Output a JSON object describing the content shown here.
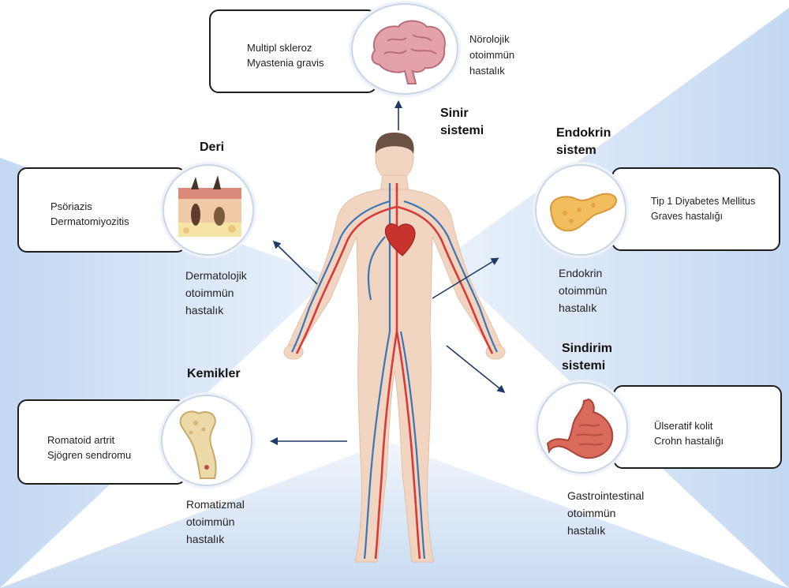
{
  "systems": {
    "nervous": {
      "title": [
        "Sinir",
        "sistemi"
      ],
      "category": [
        "Nörolojik",
        "otoimmün",
        "hastalık"
      ],
      "diseases": [
        "Multipl skleroz",
        "Myastenia gravis"
      ],
      "icon": "brain-icon"
    },
    "skin": {
      "title": [
        "Deri"
      ],
      "category": [
        "Dermatolojik",
        "otoimmün",
        "hastalık"
      ],
      "diseases": [
        "Psöriazis",
        "Dermatomiyozitis"
      ],
      "icon": "skin-layers-icon"
    },
    "endocrine": {
      "title": [
        "Endokrin",
        "sistem"
      ],
      "category": [
        "Endokrin",
        "otoimmün",
        "hastalık"
      ],
      "diseases": [
        "Tip 1 Diyabetes Mellitus",
        "Graves hastalığı"
      ],
      "icon": "pancreas-icon"
    },
    "bones": {
      "title": [
        "Kemikler"
      ],
      "category": [
        "Romatizmal",
        "otoimmün",
        "hastalık"
      ],
      "diseases": [
        "Romatoid artrit",
        "Sjögren sendromu"
      ],
      "icon": "bone-icon"
    },
    "digestive": {
      "title": [
        "Sindirim",
        "sistemi"
      ],
      "category": [
        "Gastrointestinal",
        "otoimmün",
        "hastalık"
      ],
      "diseases": [
        "Ülseratif kolit",
        "Crohn hastalığı"
      ],
      "icon": "stomach-icon"
    }
  },
  "colors": {
    "artery": "#d63a3a",
    "vein": "#3a76b8",
    "skin": "#f2d5c0",
    "arrow": "#1e3a66",
    "background_blue": "#cfe0f4"
  }
}
